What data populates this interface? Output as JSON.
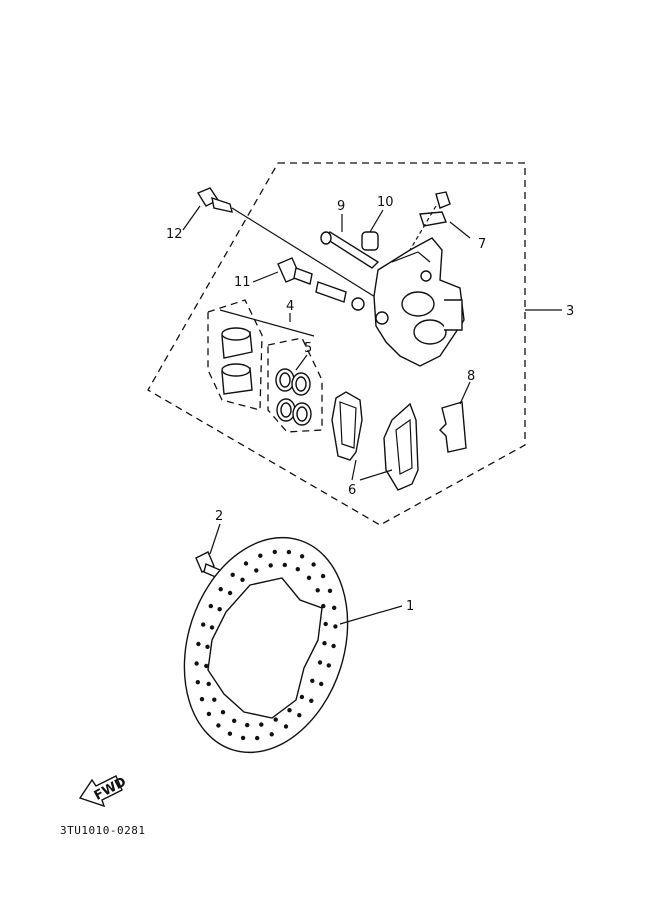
{
  "diagram": {
    "callouts": {
      "disc": "1",
      "disc_bolt": "2",
      "caliper_assy": "3",
      "seal_kit": "4",
      "piston_seal": "5",
      "pad_kit": "6",
      "bleed_screw": "7",
      "pad_spring": "8",
      "pin": "9",
      "boot": "10",
      "bolt_11": "11",
      "bolt_12": "12"
    },
    "fwd_label": "FWD",
    "drawing_code": "3TU1010-0281"
  }
}
